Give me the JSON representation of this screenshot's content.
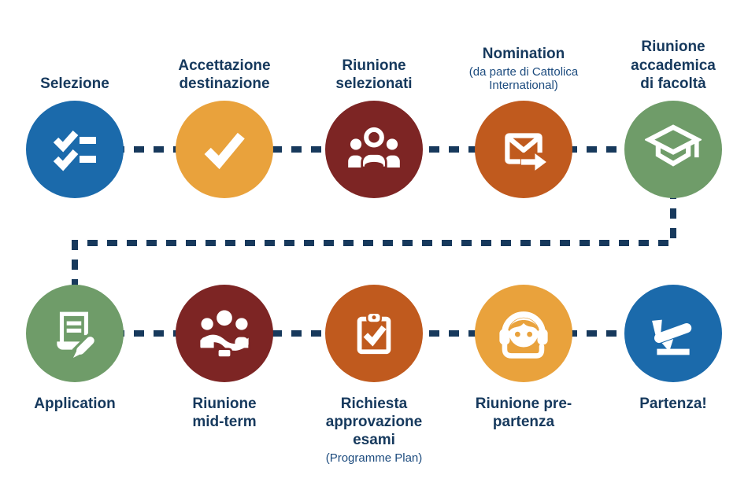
{
  "diagram": {
    "language": "Italian",
    "colors": {
      "background": "#FFFFFF",
      "navy_text": "#16395D",
      "navy_sub_text": "#1C4B7E",
      "connector_dash": "#17395C",
      "circle_blue": "#1B6AAB",
      "circle_amber": "#E9A23C",
      "circle_maroon": "#7D2524",
      "circle_orange": "#C05A1E",
      "circle_green": "#6F9C69",
      "icon_color": "#FFFFFF"
    },
    "steps": {
      "top": [
        {
          "label": "Selezione",
          "icon": "checklist-icon",
          "color": "#1B6AAB"
        },
        {
          "label": "Accettazione destinazione",
          "icon": "checkmark-icon",
          "color": "#E9A23C"
        },
        {
          "label": "Riunione selezionati",
          "icon": "audience-icon",
          "color": "#7D2524"
        },
        {
          "label": "Nomination",
          "sublabel": "(da parte di Cattolica International)",
          "icon": "send-mail-icon",
          "color": "#C05A1E"
        },
        {
          "label": "Riunione accademica di facoltà",
          "icon": "graduation-cap-icon",
          "color": "#6F9C69"
        }
      ],
      "bottom": [
        {
          "label": "Application",
          "icon": "application-form-icon",
          "color": "#6F9C69"
        },
        {
          "label": "Riunione mid-term",
          "icon": "meeting-icon",
          "color": "#7D2524"
        },
        {
          "label": "Richiesta approvazione esami",
          "sublabel": "(Programme Plan)",
          "icon": "clipboard-check-icon",
          "color": "#C05A1E"
        },
        {
          "label": "Riunione pre-partenza",
          "icon": "support-headset-icon",
          "color": "#E9A23C"
        },
        {
          "label": "Partenza!",
          "icon": "airplane-departure-icon",
          "color": "#1B6AAB"
        }
      ]
    }
  }
}
